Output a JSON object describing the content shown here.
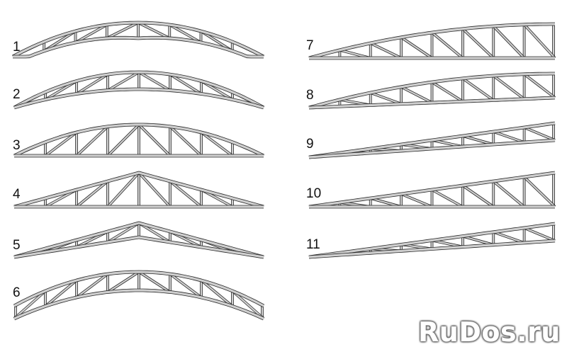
{
  "colors": {
    "truss_fill": "#cfcfcf",
    "truss_stroke": "#2b2b2b",
    "label": "#111111"
  },
  "trusses": [
    {
      "id": "1",
      "label": "1"
    },
    {
      "id": "2",
      "label": "2"
    },
    {
      "id": "3",
      "label": "3"
    },
    {
      "id": "4",
      "label": "4"
    },
    {
      "id": "5",
      "label": "5"
    },
    {
      "id": "6",
      "label": "6"
    },
    {
      "id": "7",
      "label": "7"
    },
    {
      "id": "8",
      "label": "8"
    },
    {
      "id": "9",
      "label": "9"
    },
    {
      "id": "10",
      "label": "10"
    },
    {
      "id": "11",
      "label": "11"
    }
  ],
  "watermark": "RuDos.ru"
}
